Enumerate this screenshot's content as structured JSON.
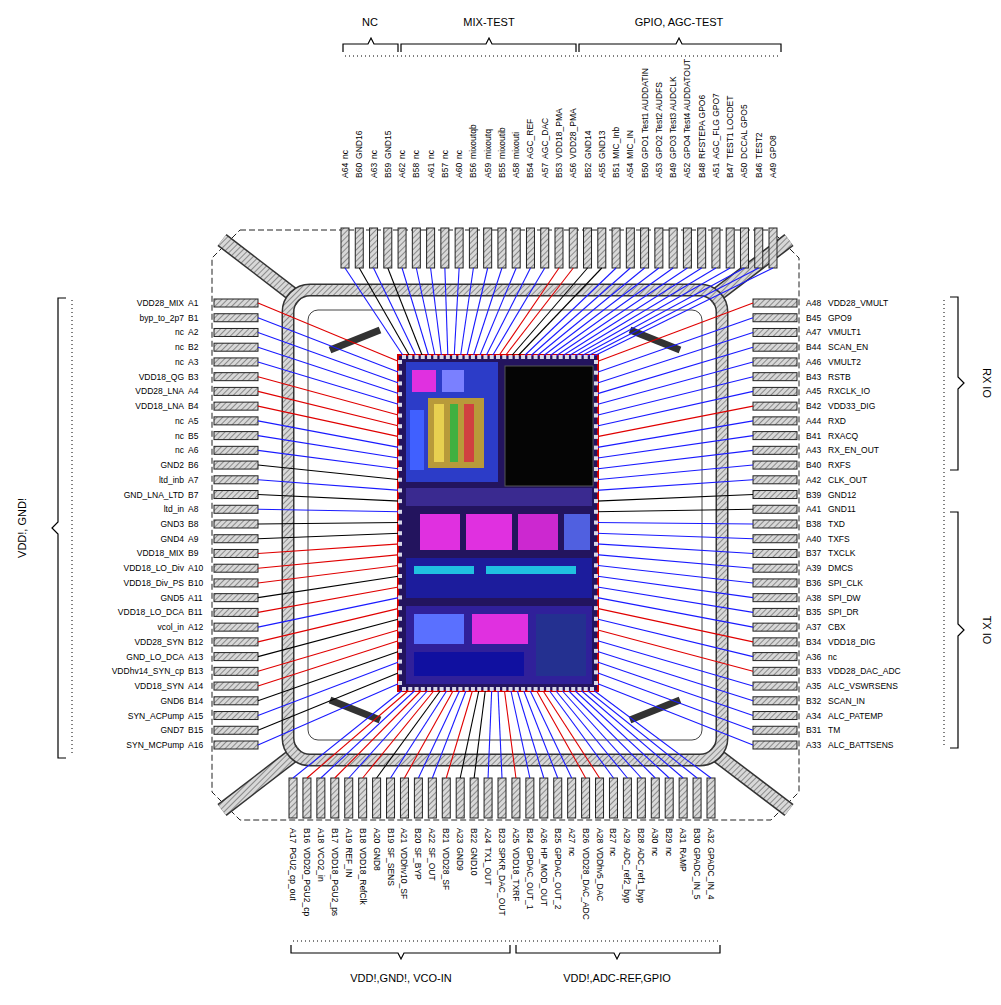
{
  "diagram": {
    "labels": [
      "VDD28_MIX",
      "A1",
      "byp_to_2p7",
      "B1",
      "nc",
      "A2",
      "nc",
      "B2",
      "nc",
      "A3",
      "VDD18_QG",
      "B3",
      "VDD28_LNA",
      "A4",
      "VDD18_LNA",
      "B4",
      "nc",
      "A5",
      "nc",
      "B5",
      "nc",
      "A6",
      "GND2",
      "B6",
      "ltd_inb",
      "A7",
      "GND_LNA_LTD",
      "B7",
      "ltd_in",
      "A8",
      "GND3",
      "B8",
      "GND4",
      "A9",
      "VDD18_MIX",
      "B9",
      "VDD18_LO_Div",
      "A10",
      "VDD18_Div_PS",
      "B10",
      "GND5",
      "A11",
      "VDD18_LO_DCA",
      "B11",
      "vcol_in",
      "A12",
      "VDD28_SYN",
      "B12",
      "GND_LO_DCA",
      "A13",
      "VDDhv14_SYN_cp",
      "B13",
      "VDD18_SYN",
      "A14",
      "GND6",
      "B14",
      "SYN_ACPump",
      "A15",
      "GND7",
      "B15",
      "SYN_MCPump",
      "A16",
      "A48",
      "VDD28_VMULT",
      "B45",
      "GPO9",
      "A47",
      "VMULT1",
      "B44",
      "SCAN_EN",
      "A46",
      "VMULT2",
      "B43",
      "RSTB",
      "A45",
      "RXCLK_IO",
      "B42",
      "VDD33_DIG",
      "A44",
      "RXD",
      "B41",
      "RXACQ",
      "A43",
      "RX_EN_OUT",
      "B40",
      "RXFS",
      "A42",
      "CLK_OUT",
      "B39",
      "GND12",
      "A41",
      "GND11",
      "B38",
      "TXD",
      "A40",
      "TXFS",
      "B37",
      "TXCLK",
      "A39",
      "DMCS",
      "B36",
      "SPI_CLK",
      "A38",
      "SPI_DW",
      "B35",
      "SPI_DR",
      "A37",
      "CBX",
      "B34",
      "VDD18_DIG",
      "A36",
      "nc",
      "B33",
      "VDD28_DAC_ADC",
      "A35",
      "ALC_VSWRSENS",
      "B32",
      "SCAN_IN",
      "A34",
      "ALC_PATEMP",
      "B31",
      "TM",
      "A33",
      "ALC_BATTSENS",
      "A64",
      "nc",
      "B60",
      "GND16",
      "A63",
      "nc",
      "B59",
      "GND15",
      "A62",
      "nc",
      "B58",
      "nc",
      "A61",
      "nc",
      "B57",
      "nc",
      "A60",
      "nc",
      "B56",
      "mixoutqb",
      "A59",
      "mixoutq",
      "B55",
      "mixoutib",
      "A58",
      "mixouti",
      "B54",
      "AGC_REF",
      "A57",
      "AGC_DAC",
      "B53",
      "VDD18_PMA",
      "A56",
      "VDD28_PMA",
      "B52",
      "GND14",
      "A55",
      "GND13",
      "B51",
      "MIC_Inb",
      "A54",
      "MIC_IN",
      "B50",
      "GPO1 Test1 AUDDATIN",
      "A53",
      "GPO2 Test2 AUDFS",
      "B49",
      "GPO3 Test3 AUDCLK",
      "A52",
      "GPO4 Test4 AUDDATOUT",
      "B48",
      "RFSTEPA GPO6",
      "A51",
      "AGC_FLG GPO7",
      "B47",
      "TEST1 LOCDET",
      "A50",
      "DCCAL GPO5",
      "B46",
      "TEST2",
      "A49",
      "GPO8",
      "A17",
      "PGU2_cp_out",
      "B16",
      "VDD20_PGU2_cp",
      "A18",
      "VCO2_in",
      "B17",
      "VDD18_PGU2_ps",
      "A19",
      "REF_IN",
      "B18",
      "VDD18_RefClk",
      "A20",
      "GND8",
      "B19",
      "SF_SENS",
      "A21",
      "VDDhv10_SF",
      "B20",
      "SF_BYP",
      "A22",
      "SF_OUT",
      "B21",
      "VDD28_SF",
      "A23",
      "GND9",
      "B22",
      "GND10",
      "A24",
      "TX1_OUT",
      "B23",
      "SPKR_DAC_OUT",
      "A25",
      "VDD18_TXRF",
      "B24",
      "GPDAC_OUT_1",
      "A26",
      "HP_MOD_OUT",
      "B25",
      "GPDAC_OUT_2",
      "A27",
      "nc",
      "B26",
      "VDD28_DAC_ADC",
      "A28",
      "VDDhv5_DAC",
      "B27",
      "nc",
      "A29",
      "ADC_ref2_byp",
      "B28",
      "ADC_ref1_byp",
      "A30",
      "nc",
      "B29",
      "nc",
      "A31",
      "RAMP",
      "B30",
      "GPADC_IN_5",
      "A32",
      "GPADC_IN_4",
      "VDD!, GND!",
      "RX IO",
      "TX IO",
      "NC",
      "MIX-TEST",
      "GPIO, AGC-TEST",
      "VDD!,GND!, VCO-IN",
      "VDD!,ADC-REF,GPIO"
    ]
  }
}
